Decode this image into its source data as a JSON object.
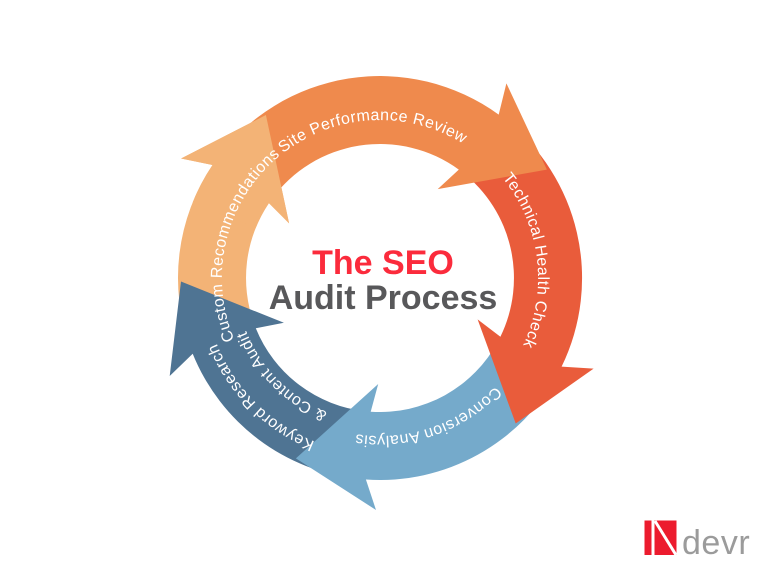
{
  "title": {
    "line1": "The SEO",
    "line2": "Audit Process",
    "line1_color": "#FB2B3C",
    "line2_color": "#58585A"
  },
  "diagram": {
    "type": "circular-process-cycle",
    "label_color": "#FFFFFF",
    "segments": [
      {
        "id": "custom-recommendations",
        "label": "Custom Recommendations",
        "color": "#F3B376",
        "start": 250,
        "end": 304,
        "text_mid": 284,
        "text_radius": 158,
        "head_overlay": true
      },
      {
        "id": "keyword-research-content-audit",
        "label": "Keyword Research & Content Audit",
        "lines": [
          "Keyword Research",
          "& Content Audit"
        ],
        "color": "#4F7493",
        "start": 186,
        "end": 248,
        "text_mid": 225,
        "text_radii": [
          176,
          144
        ]
      },
      {
        "id": "conversion-analysis",
        "label": "Conversion Analysis",
        "color": "#75AACB",
        "start": 118,
        "end": 184,
        "text_mid": 161,
        "text_radius": 158
      },
      {
        "id": "technical-health-check",
        "label": "Technical Health Check",
        "color": "#E95C3B",
        "start": 38,
        "end": 116,
        "text_mid": 83,
        "text_radius": 158
      },
      {
        "id": "site-performance-review",
        "label": "Site Performance Review",
        "color": "#EF8A4D",
        "start": 306,
        "end": 396,
        "text_mid": 357,
        "text_radius": 158
      }
    ]
  },
  "logo": {
    "mark": "IN-monogram",
    "text": "devr",
    "mark_color": "#EC1B2E",
    "text_color": "#9B9B9B"
  }
}
